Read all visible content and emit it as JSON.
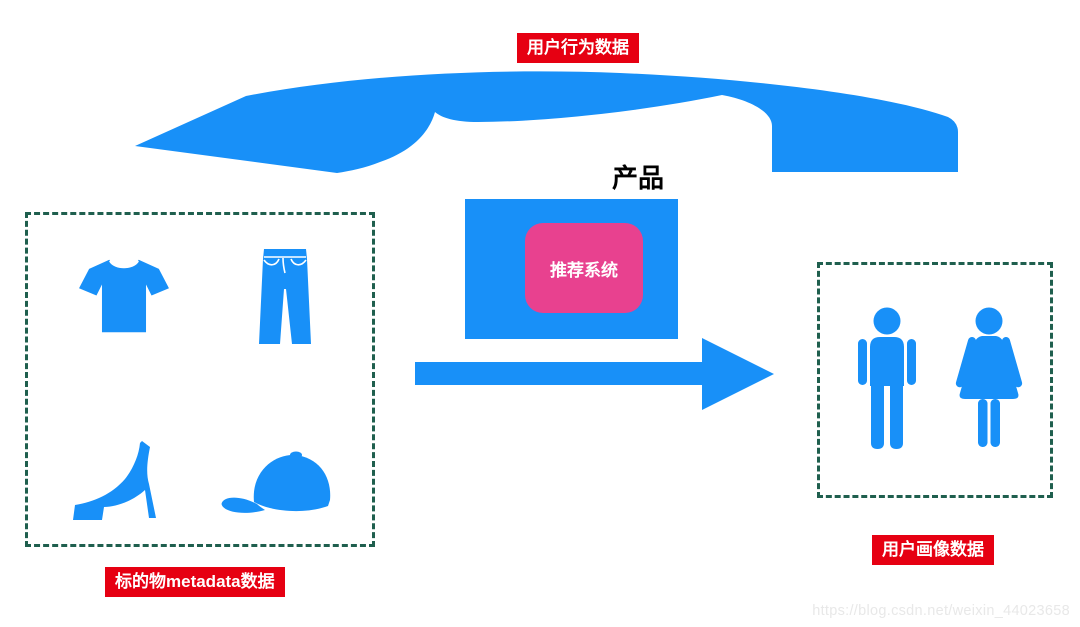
{
  "labels": {
    "top": "用户行为数据",
    "product": "产品",
    "recommender": "推荐系统",
    "bottom_left": "标的物metadata数据",
    "bottom_right": "用户画像数据"
  },
  "watermark": {
    "text": "https://blog.csdn.net/weixin_44023658"
  },
  "colors": {
    "arrow_blue": "#1890f8",
    "recommender_pink": "#e8418f",
    "label_red": "#e60012",
    "box_border_green": "#1f5f4e",
    "product_text": "#000000",
    "watermark_gray": "#e8e8e8"
  },
  "icons": {
    "item_box": [
      "tshirt-icon",
      "jeans-icon",
      "high-heel-icon",
      "baseball-cap-icon"
    ],
    "user_box": [
      "man-icon",
      "woman-icon"
    ]
  }
}
